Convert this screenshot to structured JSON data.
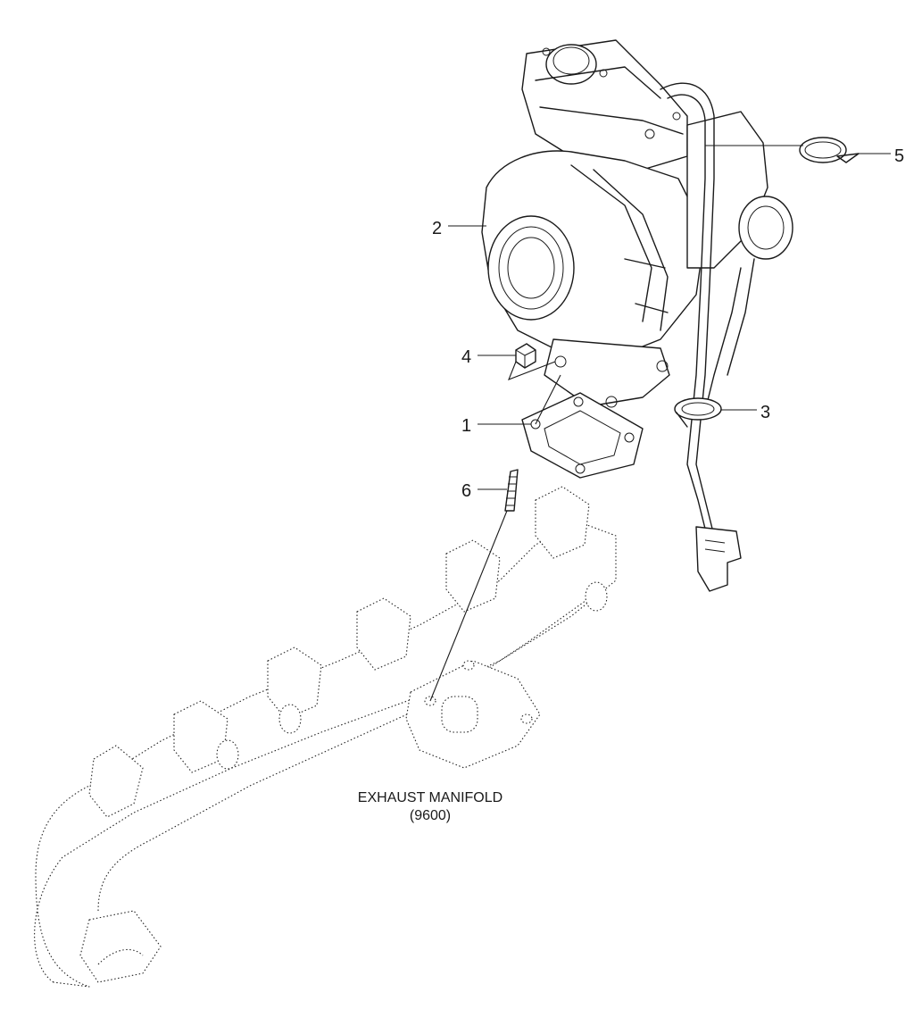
{
  "callouts": [
    {
      "id": "1",
      "label": "1"
    },
    {
      "id": "2",
      "label": "2"
    },
    {
      "id": "3",
      "label": "3"
    },
    {
      "id": "4",
      "label": "4"
    },
    {
      "id": "5",
      "label": "5"
    },
    {
      "id": "6",
      "label": "6"
    }
  ],
  "manifold": {
    "title": "EXHAUST MANIFOLD",
    "code": "(9600)"
  }
}
